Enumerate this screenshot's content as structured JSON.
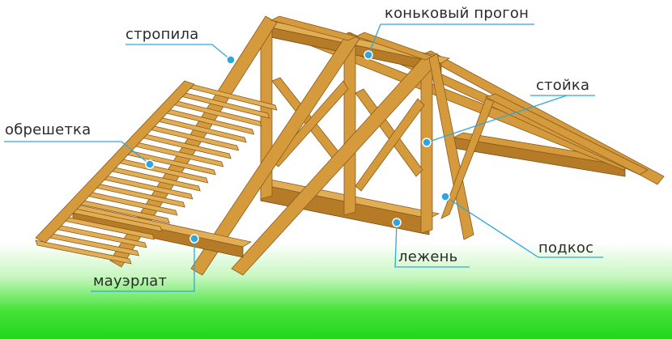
{
  "labels": {
    "rafters": "стропила",
    "ridge_purlin": "коньковый прогон",
    "post": "стойка",
    "lathing": "обрешетка",
    "strut": "подкос",
    "bed_beam": "лежень",
    "mauerlat": "мауэрлат"
  },
  "colors": {
    "wood": "#d49a3c",
    "wood_dark": "#b57b26",
    "leader": "#2ea7e0",
    "ground": "#22d61a"
  }
}
